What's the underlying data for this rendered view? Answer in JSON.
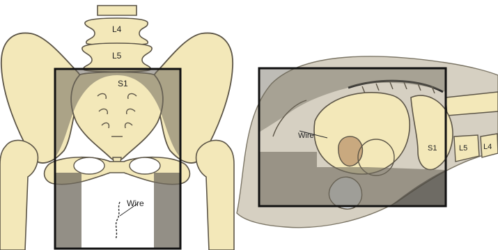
{
  "colors": {
    "bone": "#f3e8b9",
    "bone_outline": "#5b5446",
    "field_overlay": "#6f6a5e",
    "field_frame": "#111111",
    "soft_tissue": "#d6d0c2",
    "femoral_head": "#c9a97f",
    "bladder": "#e7ecf1",
    "background": "#ffffff"
  },
  "left_view": {
    "vertebra_top_label": "L4",
    "vertebra_mid_label": "L5",
    "sacrum_label": "S1",
    "wire_label": "Wire"
  },
  "right_view": {
    "wire_label": "Wire",
    "sacrum_label": "S1",
    "l5_label": "L5",
    "l4_label": "L4"
  }
}
